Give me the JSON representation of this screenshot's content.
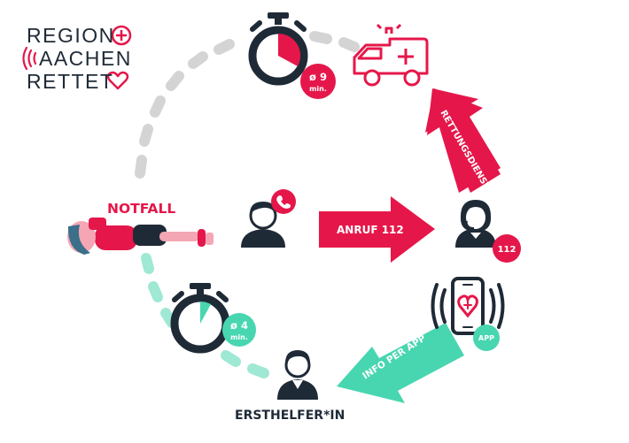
{
  "logo": {
    "line1": "REGION",
    "line2": "AACHEN",
    "line3": "RETTET"
  },
  "labels": {
    "notfall": "NOTFALL",
    "anruf": "ANRUF 112",
    "rettungsdienst": "RETTUNGSDIENST",
    "info_app": "INFO PER APP",
    "ersthelfer": "ERSTHELFER*IN"
  },
  "badges": {
    "timer_top_value": "ø 9",
    "timer_top_unit": "min.",
    "timer_bottom_value": "ø 4",
    "timer_bottom_unit": "min.",
    "dispatcher": "112",
    "app": "APP"
  },
  "colors": {
    "red": "#e5174a",
    "teal": "#48d6b0",
    "dark": "#1f2a37",
    "grey": "#d4d4d4"
  }
}
